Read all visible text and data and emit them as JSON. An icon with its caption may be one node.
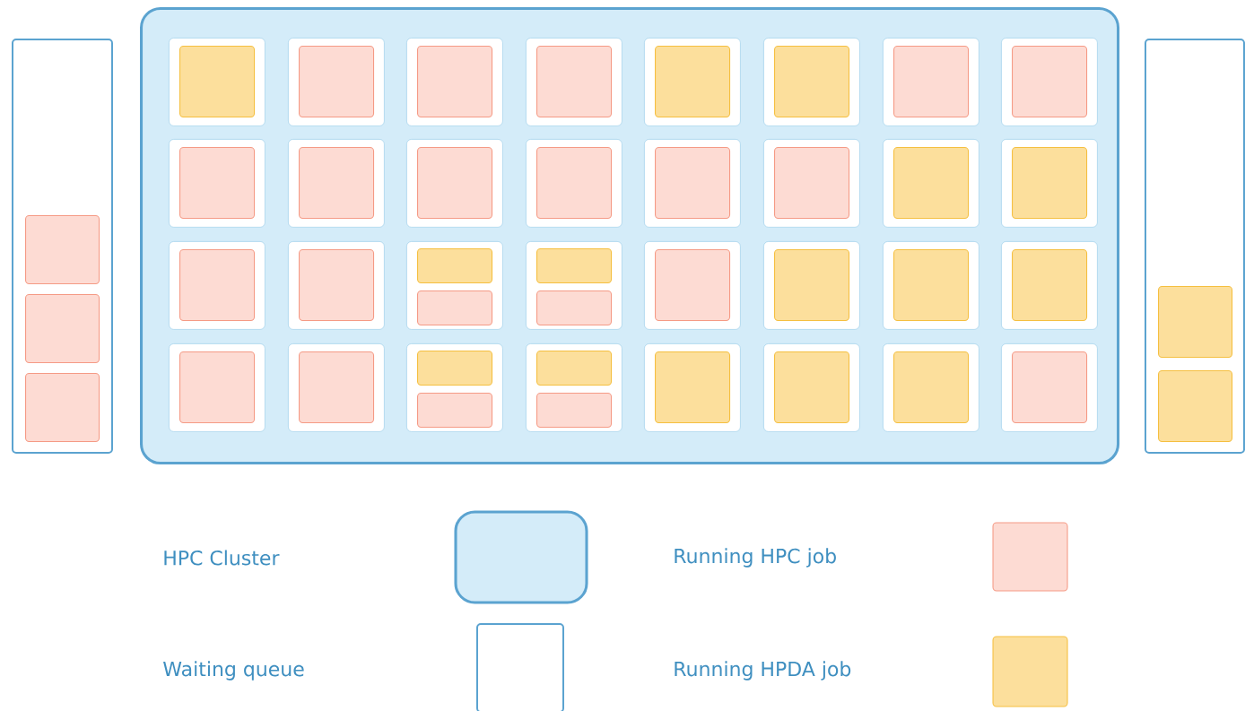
{
  "diagram": {
    "nodes": [
      {
        "text": [],
        "shape": "box"
      },
      {
        "text": [],
        "shape": "box",
        "in": 0
      },
      {
        "text": [],
        "shape": "box",
        "in": 0
      },
      {
        "text": [],
        "shape": "box",
        "in": 0
      },
      {
        "text": [],
        "shape": "box"
      },
      {
        "text": [],
        "shape": "box",
        "in": 4
      },
      {
        "text": [],
        "shape": "box",
        "in": 5
      },
      {
        "text": [],
        "shape": "box",
        "in": 4
      },
      {
        "text": [],
        "shape": "box",
        "in": 7
      },
      {
        "text": [],
        "shape": "box",
        "in": 4
      },
      {
        "text": [],
        "shape": "box",
        "in": 9
      },
      {
        "text": [],
        "shape": "box",
        "in": 4
      },
      {
        "text": [],
        "shape": "box",
        "in": 11
      },
      {
        "text": [],
        "shape": "box",
        "in": 4
      },
      {
        "text": [],
        "shape": "box",
        "in": 13
      },
      {
        "text": [],
        "shape": "box",
        "in": 4
      },
      {
        "text": [],
        "shape": "box",
        "in": 15
      },
      {
        "text": [],
        "shape": "box",
        "in": 4
      },
      {
        "text": [],
        "shape": "box",
        "in": 17
      },
      {
        "text": [],
        "shape": "box",
        "in": 4
      },
      {
        "text": [],
        "shape": "box",
        "in": 19
      },
      {
        "text": [],
        "shape": "box",
        "in": 4
      },
      {
        "text": [],
        "shape": "box",
        "in": 21
      },
      {
        "text": [],
        "shape": "box",
        "in": 4
      },
      {
        "text": [],
        "shape": "box",
        "in": 23
      },
      {
        "text": [],
        "shape": "box",
        "in": 4
      },
      {
        "text": [],
        "shape": "box",
        "in": 25
      },
      {
        "text": [],
        "shape": "box",
        "in": 4
      },
      {
        "text": [],
        "shape": "box",
        "in": 27
      },
      {
        "text": [],
        "shape": "box",
        "in": 4
      },
      {
        "text": [],
        "shape": "box",
        "in": 29
      },
      {
        "text": [],
        "shape": "box",
        "in": 4
      },
      {
        "text": [],
        "shape": "box",
        "in": 31
      },
      {
        "text": [],
        "shape": "box",
        "in": 4
      },
      {
        "text": [],
        "shape": "box",
        "in": 33
      },
      {
        "text": [],
        "shape": "box",
        "in": 4
      },
      {
        "text": [],
        "shape": "box",
        "in": 35
      },
      {
        "text": [],
        "shape": "box",
        "in": 4
      },
      {
        "text": [],
        "shape": "box",
        "in": 37
      },
      {
        "text": [],
        "shape": "box",
        "in": 4
      },
      {
        "text": [],
        "shape": "box",
        "in": 39
      },
      {
        "text": [],
        "shape": "box",
        "in": 4
      },
      {
        "text": [],
        "shape": "box",
        "in": 41
      },
      {
        "text": [],
        "shape": "box",
        "in": 41
      },
      {
        "text": [],
        "shape": "box",
        "in": 4
      },
      {
        "text": [],
        "shape": "box",
        "in": 44
      },
      {
        "text": [],
        "shape": "box",
        "in": 44
      },
      {
        "text": [],
        "shape": "box",
        "in": 4
      },
      {
        "text": [],
        "shape": "box",
        "in": 47
      },
      {
        "text": [],
        "shape": "box",
        "in": 4
      },
      {
        "text": [],
        "shape": "box",
        "in": 49
      },
      {
        "text": [],
        "shape": "box",
        "in": 4
      },
      {
        "text": [],
        "shape": "box",
        "in": 51
      },
      {
        "text": [],
        "shape": "box",
        "in": 4
      },
      {
        "text": [],
        "shape": "box",
        "in": 53
      },
      {
        "text": [],
        "shape": "box",
        "in": 4
      },
      {
        "text": [],
        "shape": "box",
        "in": 55
      },
      {
        "text": [],
        "shape": "box",
        "in": 4
      },
      {
        "text": [],
        "shape": "box",
        "in": 57
      },
      {
        "text": [],
        "shape": "box",
        "in": 4
      },
      {
        "text": [],
        "shape": "box",
        "in": 59
      },
      {
        "text": [],
        "shape": "box",
        "in": 59
      },
      {
        "text": [],
        "shape": "box",
        "in": 4
      },
      {
        "text": [],
        "shape": "box",
        "in": 62
      },
      {
        "text": [],
        "shape": "box",
        "in": 62
      },
      {
        "text": [],
        "shape": "box",
        "in": 4
      },
      {
        "text": [],
        "shape": "box",
        "in": 65
      },
      {
        "text": [],
        "shape": "box",
        "in": 4
      },
      {
        "text": [],
        "shape": "box",
        "in": 67
      },
      {
        "text": [],
        "shape": "box",
        "in": 4
      },
      {
        "text": [],
        "shape": "box",
        "in": 69
      },
      {
        "text": [],
        "shape": "box",
        "in": 4
      },
      {
        "text": [],
        "shape": "box",
        "in": 71
      },
      {
        "text": [],
        "shape": "box"
      },
      {
        "text": [],
        "shape": "box",
        "in": 73
      },
      {
        "text": [],
        "shape": "box",
        "in": 73
      }
    ],
    "legend": [
      {
        "text": "HPC Cluster"
      },
      {
        "text": "Waiting queue"
      },
      {
        "text": "Running HPC job",
        "color": "#fddbd3"
      },
      {
        "text": "Running HPDA job",
        "color": "#fcdf9c"
      }
    ]
  }
}
